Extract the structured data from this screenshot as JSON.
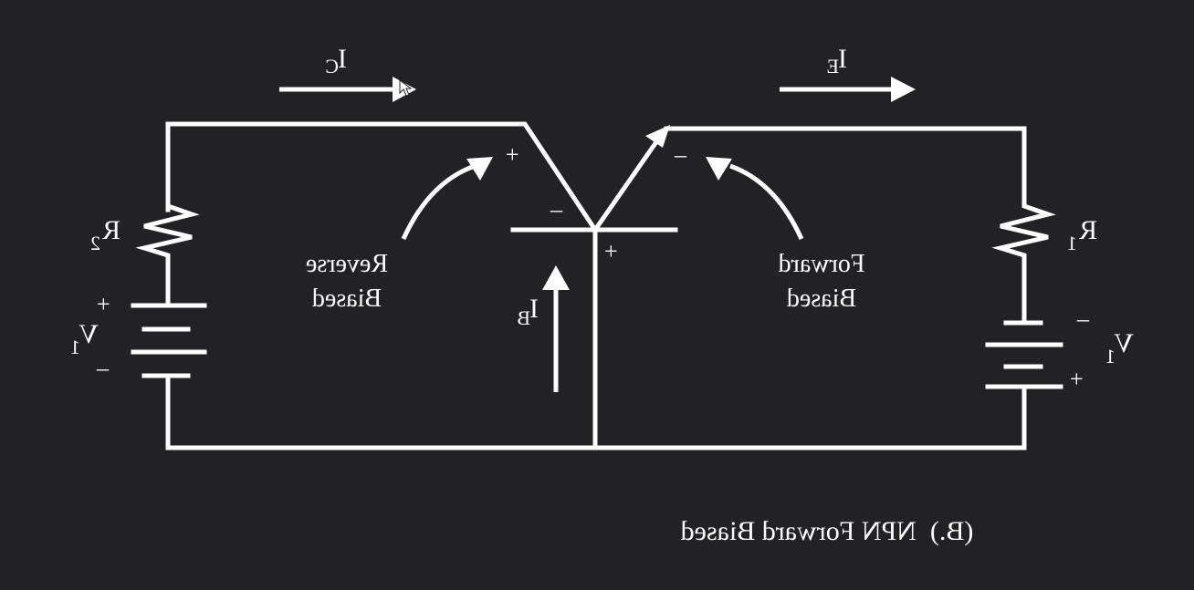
{
  "colors": {
    "background": "#222124",
    "stroke": "#ffffff"
  },
  "labels": {
    "ic_main": "I",
    "ic_sub": "C",
    "ie_main": "I",
    "ie_sub": "E",
    "ib_main": "I",
    "ib_sub": "B",
    "r2_main": "R",
    "r2_sub": "2",
    "r1_main": "R",
    "r1_sub": "1",
    "v_left_main": "V",
    "v_left_sub": "1",
    "v_right_main": "V",
    "v_right_sub": "1",
    "plus": "+",
    "minus": "–",
    "reverse_line1": "Reverse",
    "reverse_line2": "Biased",
    "forward_line1": "Forward",
    "forward_line2": "Biased",
    "caption": "(B.)  NPN Forward Biased"
  },
  "icons": {
    "cursor": "hand-cursor-icon"
  }
}
